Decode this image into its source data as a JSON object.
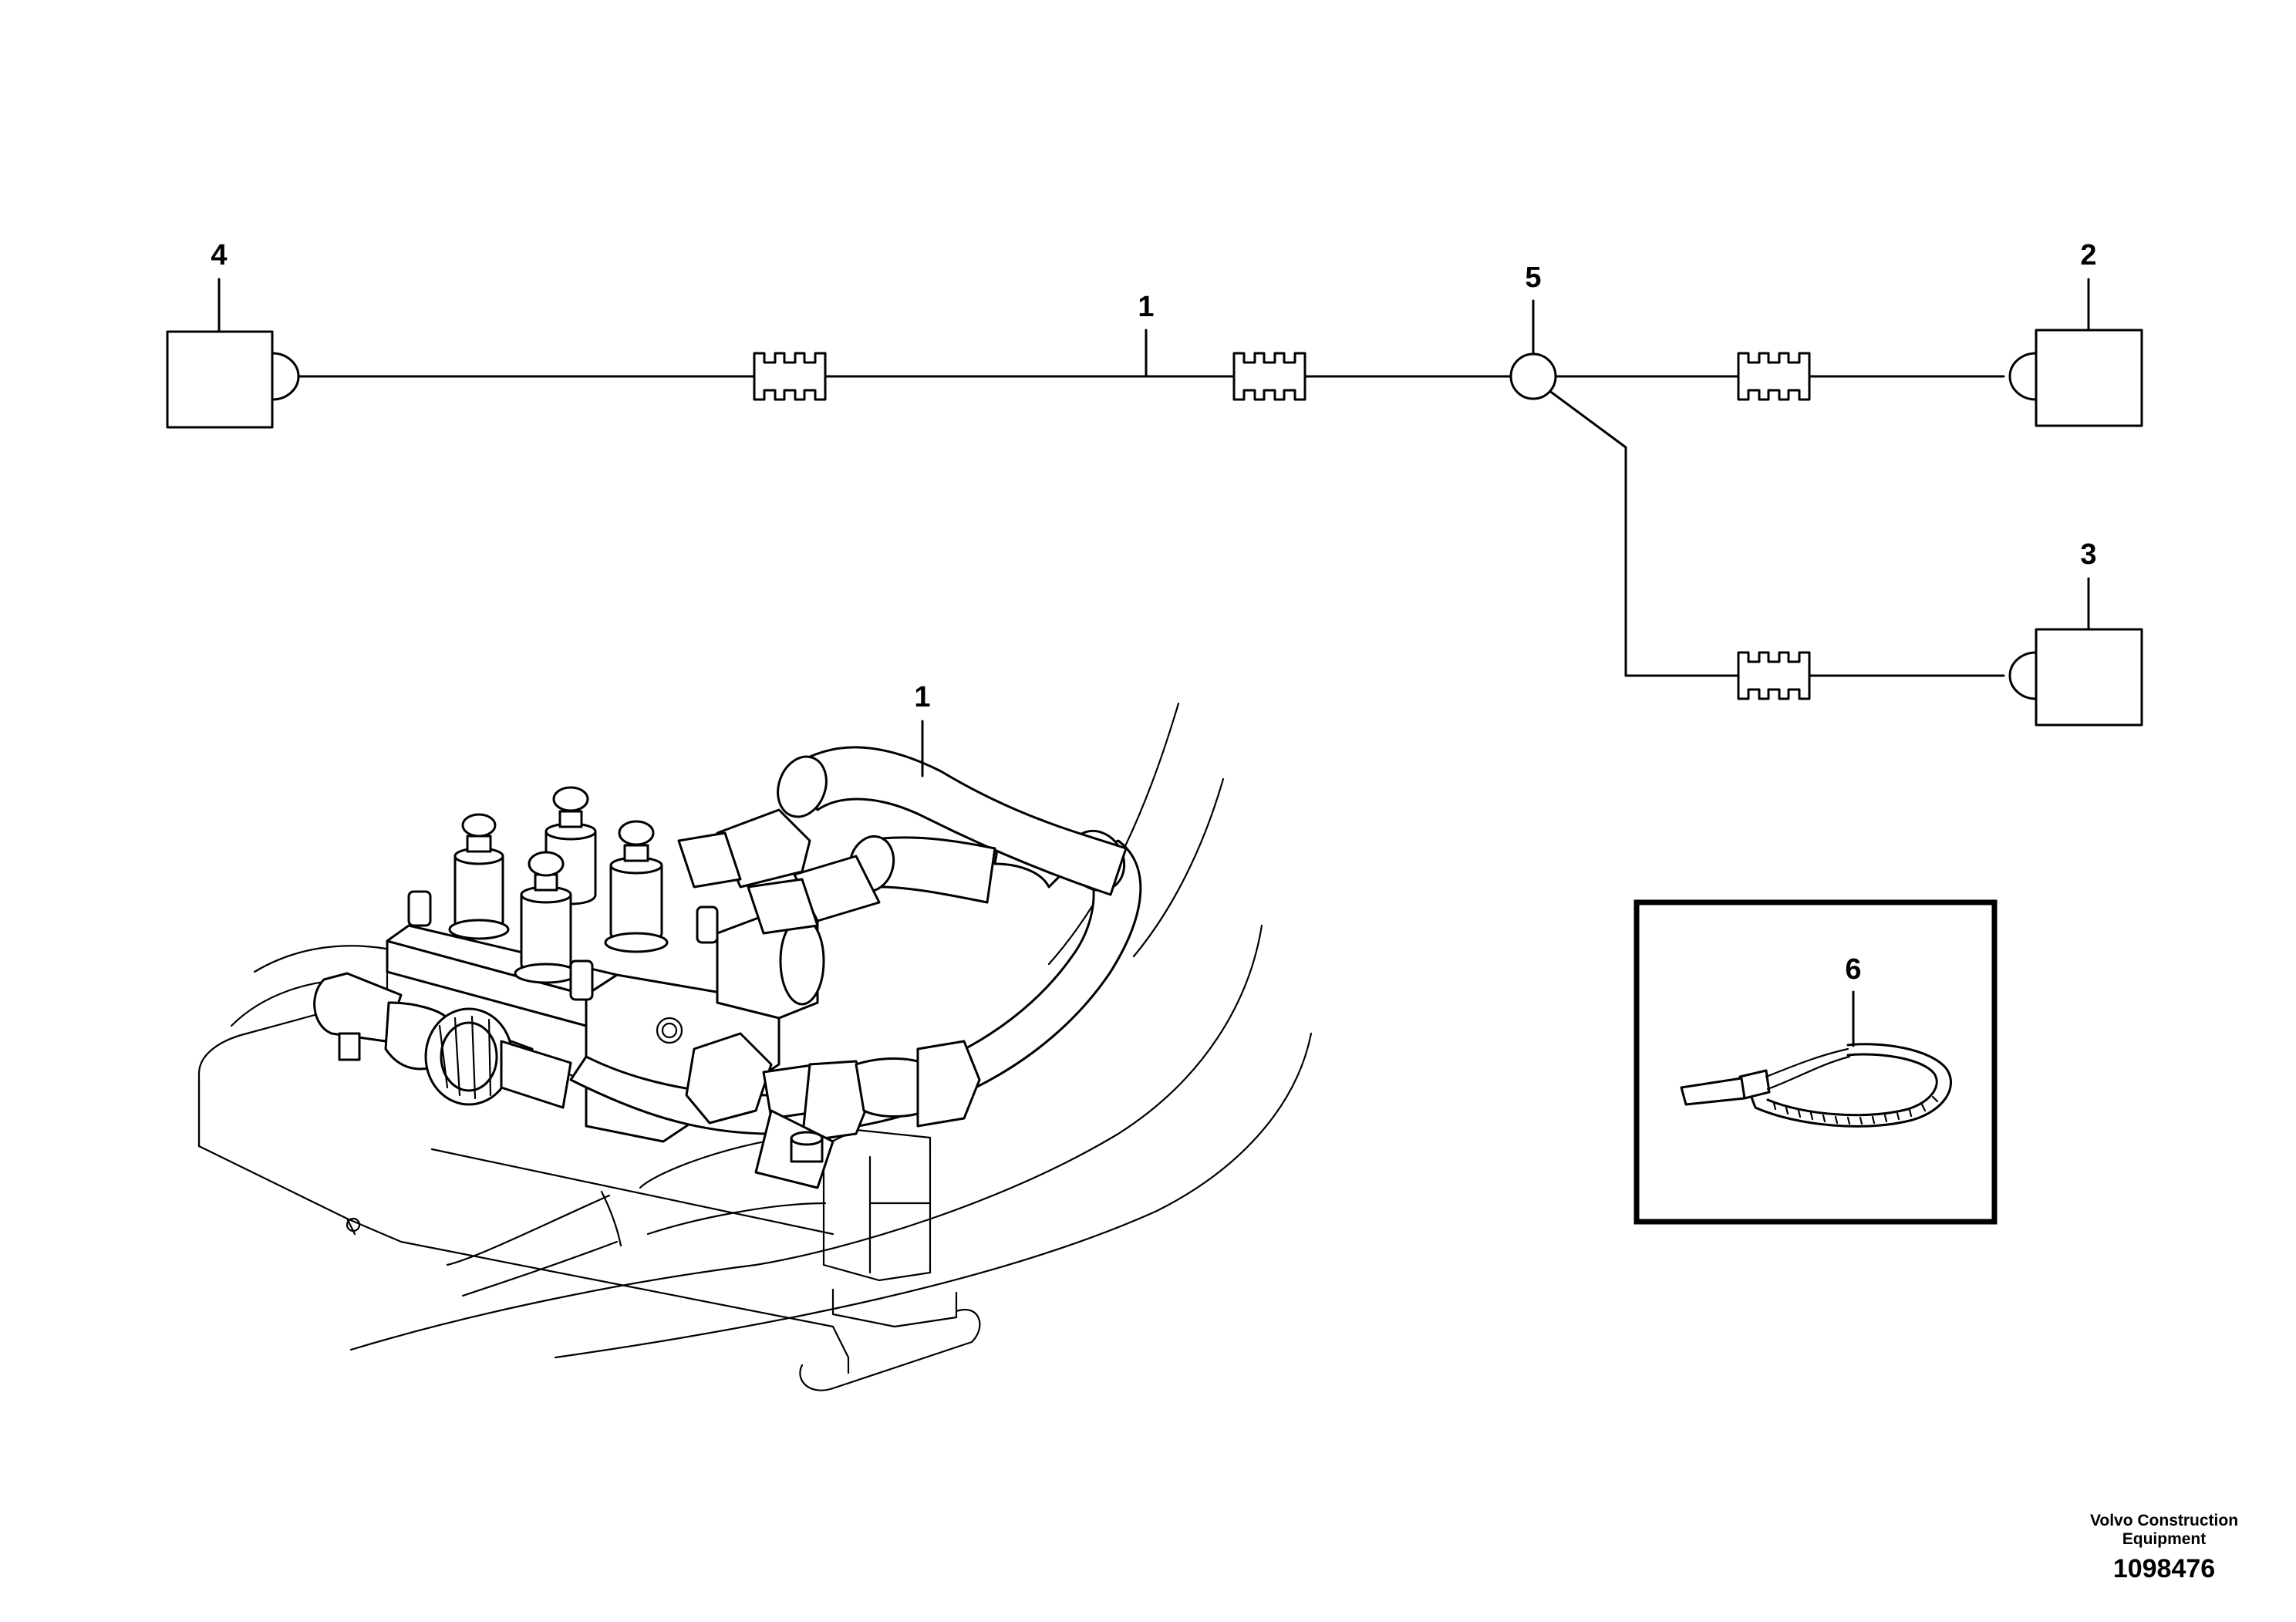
{
  "callouts": {
    "schematic_hose": "1",
    "connector_right_top": "2",
    "connector_right_bottom": "3",
    "connector_left": "4",
    "tee_junction": "5",
    "illustration_hose": "1",
    "cable_tie": "6"
  },
  "footer": {
    "company_line1": "Volvo Construction",
    "company_line2": "Equipment",
    "drawing_number": "1098476"
  }
}
